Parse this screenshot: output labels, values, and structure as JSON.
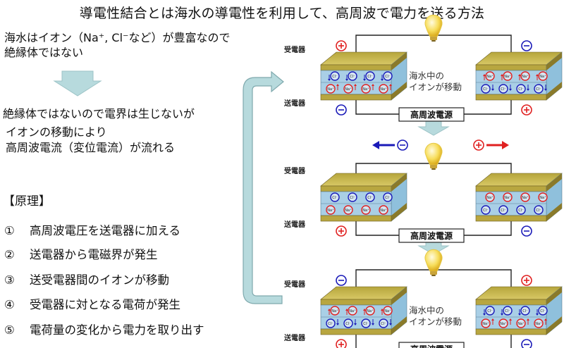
{
  "title": "導電性結合とは海水の導電性を利用して、高周波で電力を送る方法",
  "explanation": {
    "line1": "海水はイオン（Na⁺, Cl⁻など）が豊富なので",
    "line2": "絶縁体ではない",
    "line3": "絶縁体ではないので電界は生じないが",
    "line4": "イオンの移動により",
    "line5": "高周波電流（変位電流）が流れる"
  },
  "principle": {
    "heading": "【原理】",
    "steps": [
      {
        "num": "①",
        "text": "高周波電圧を送電器に加える"
      },
      {
        "num": "②",
        "text": "送電器から電磁界が発生"
      },
      {
        "num": "③",
        "text": "送受電器間のイオンが移動"
      },
      {
        "num": "④",
        "text": "受電器に対となる電荷が発生"
      },
      {
        "num": "⑤",
        "text": "電荷量の変化から電力を取り出す"
      }
    ]
  },
  "diagram": {
    "receiver_label": "受電器",
    "transmitter_label": "送電器",
    "power_source_label": "高周波電源",
    "ion_note_line1": "海水中の",
    "ion_note_line2": "イオンが移動",
    "ion_labels": {
      "sodium": "Na⁺",
      "chloride": "Cl⁻"
    },
    "colors": {
      "positive": "#e02020",
      "negative": "#1a1ab8",
      "plate_top": "#c8b24a",
      "plate_side": "#8a7a2a",
      "water": "#a9cfe6",
      "arrow_fill": "#b7dadd",
      "arrow_stroke": "#7fa9ad"
    },
    "panels": [
      {
        "stage": 1,
        "left_receiver_sign": "+",
        "left_transmitter_sign": "-",
        "right_receiver_sign": "-",
        "right_transmitter_sign": "+",
        "left_top_ion": "chloride",
        "left_bottom_ion": "sodium",
        "right_top_ion": "sodium",
        "right_bottom_ion": "chloride",
        "show_note": true,
        "show_move_arrows": false
      },
      {
        "stage": 2,
        "left_receiver_sign": "",
        "left_transmitter_sign": "+",
        "right_receiver_sign": "",
        "right_transmitter_sign": "-",
        "left_top_ion": "chloride",
        "left_bottom_ion": "sodium",
        "right_top_ion": "sodium",
        "right_bottom_ion": "chloride",
        "show_note": false,
        "show_move_arrows": true,
        "left_move_sign": "-",
        "right_move_sign": "+"
      },
      {
        "stage": 3,
        "left_receiver_sign": "-",
        "left_transmitter_sign": "+",
        "right_receiver_sign": "+",
        "right_transmitter_sign": "-",
        "left_top_ion": "sodium",
        "left_bottom_ion": "chloride",
        "right_top_ion": "chloride",
        "right_bottom_ion": "sodium",
        "show_note": true,
        "show_move_arrows": false
      }
    ]
  }
}
